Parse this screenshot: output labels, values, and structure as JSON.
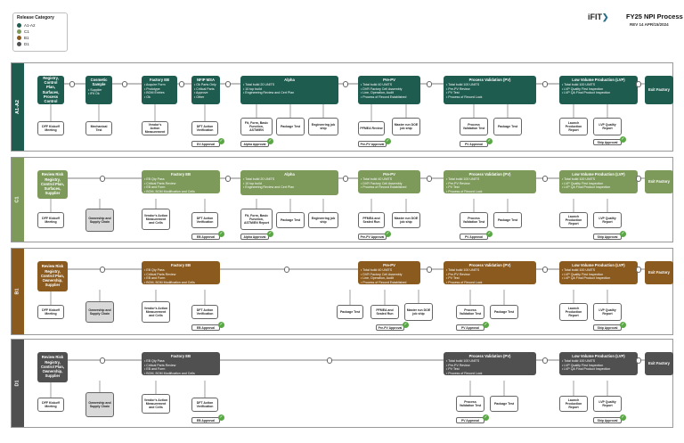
{
  "header": {
    "brand": "iFIT",
    "title": "FY25 NPI Process",
    "subtitle": "REV 14 APR/15/2024"
  },
  "legend": {
    "title": "Release Category",
    "items": [
      {
        "label": "A1-A2",
        "color": "#1e5c50"
      },
      {
        "label": "C1",
        "color": "#7d9a5b"
      },
      {
        "label": "B1",
        "color": "#8a5a1f"
      },
      {
        "label": "D1",
        "color": "#505050"
      }
    ]
  },
  "colors": {
    "A": "#1e5c50",
    "C": "#7d9a5b",
    "B": "#8a5a1f",
    "D": "#505050"
  },
  "lanes": [
    {
      "label": "A1-A2",
      "nodes": {
        "n1": {
          "title": "Risk Registry, Control Plan, Surfaces, Process Control Plan",
          "lines": []
        },
        "n2": {
          "title": "Cosmetic Sample",
          "lines": [
            "• Supplier",
            "• iFit Ok"
          ]
        },
        "n3": {
          "title": "Factory EB",
          "lines": [
            "• Acquire Form",
            "• Prototype",
            "• BOM Entries",
            "• Ok"
          ]
        },
        "n4": {
          "title": "NFIP MSA",
          "lines": [
            "• Ok Parts Only",
            "• Critical Parts",
            "• Approve",
            "• Other"
          ]
        },
        "n5": {
          "title": "Alpha",
          "lines": [
            "• Total build 20 UNITS",
            "• 10 top build",
            "• Engineering Review and Cert Plan"
          ]
        },
        "n6": {
          "title": "Pre-PV",
          "lines": [
            "• Total build 40 UNITS",
            "• DVR Factory Cell Assembly",
            "• Line, Operation, Audit",
            "• Process of Record Established"
          ]
        },
        "n7": {
          "title": "Process Validation (PV)",
          "lines": [
            "• Total build 100 UNITS",
            "• Pre-PV Review",
            "• PV Test",
            "• Process of Record Lock"
          ]
        },
        "n8": {
          "title": "Low Volume Production (LVP)",
          "lines": [
            "• Total build 100 UNITS",
            "• LVP Quality First Inspection",
            "• LVP QA Final Product Inspection"
          ]
        },
        "n9": {
          "title": "Exit Factory",
          "lines": []
        }
      },
      "subs": {
        "s1": "DFF Kickoff Meeting",
        "s2": "Mechanical Test",
        "s3": "Vendor's Action Measurement",
        "s4": "DFT Action Verification",
        "s5": "Fit, Form, Basic Function, ASTM/EN",
        "s6": "Package Test",
        "s7": "Engineering job ship",
        "s8": "PFMEA Review",
        "s9": "Master run DOE job ship",
        "s10": "Process Validation Test",
        "s11": "Package Test",
        "s12": "Launch Production Report",
        "s13": "LVP Quality Report"
      },
      "approvals": {
        "a1": "DV Approval",
        "a2": "Alpha Approval",
        "a3": "Pre-PV Approval",
        "a4": "PV Approval",
        "a5": "Ship Approval"
      }
    },
    {
      "label": "C1",
      "nodes": {
        "n1": {
          "title": "Review Risk Registry, Control Plan, Surfaces, Supplier",
          "lines": []
        },
        "n3": {
          "title": "Factory EB",
          "lines": [
            "• EB Qty Pass",
            "• Critical Parts Review",
            "• EB and Form",
            "• BOM, BOM Modification and Cells",
            "• FOA"
          ]
        },
        "n5": {
          "title": "Alpha",
          "lines": [
            "• Total build 20 UNITS",
            "• 10 top build",
            "• Engineering Review and Cert Plan"
          ]
        },
        "n6": {
          "title": "Pre-PV",
          "lines": [
            "• Total build 40 UNITS",
            "• DVR Factory Cell Assembly",
            "• Process of Record Established"
          ]
        },
        "n7": {
          "title": "Process Validation (PV)",
          "lines": [
            "• Total build 100 UNITS",
            "• Pre-PV Review",
            "• PV Test",
            "• Process of Record Lock"
          ]
        },
        "n8": {
          "title": "Low Volume Production (LVP)",
          "lines": [
            "• Total build 100 UNITS",
            "• LVP Quality First Inspection",
            "• LVP QA Final Product Inspection"
          ]
        },
        "n9": {
          "title": "Exit Factory",
          "lines": []
        }
      },
      "subs": {
        "s1": "DFF Kickoff Meeting",
        "s2": "Ownership and Supply Chain",
        "s3": "Vendor's Action Measurement and Cells",
        "s4": "DFT Action Verification",
        "s5": "Fit, Form, Basic Function, ASTM/EN Report",
        "s6": "Package Test",
        "s7": "Engineering job ship",
        "s8": "PFMEA and Sealed Run",
        "s9": "Master run DOE job ship",
        "s10": "Process Validation Test",
        "s11": "Package Test",
        "s12": "Launch Production Report",
        "s13": "LVP Quality Report"
      },
      "approvals": {
        "a1": "EB Approval",
        "a2": "Alpha Approval",
        "a3": "Pre-PV Approval",
        "a4": "PV Approval",
        "a5": "Ship Approval"
      }
    },
    {
      "label": "B1",
      "nodes": {
        "n1": {
          "title": "Review Risk Registry, Control Plan, Ownership, Supplier",
          "lines": []
        },
        "n3": {
          "title": "Factory EB",
          "lines": [
            "• EB Qty Pass",
            "• Critical Parts Review",
            "• EB and Form",
            "• BOM, BOM Modification and Cells",
            "• FOA"
          ]
        },
        "n6": {
          "title": "Pre-PV",
          "lines": [
            "• Total build 40 UNITS",
            "• DVR Factory Cell Assembly",
            "• Line, Operation, Audit",
            "• Process of Record Established"
          ]
        },
        "n7": {
          "title": "Process Validation (PV)",
          "lines": [
            "• Total build 100 UNITS",
            "• Pre-PV Review",
            "• PV Test",
            "• Process of Record Lock"
          ]
        },
        "n8": {
          "title": "Low Volume Production (LVP)",
          "lines": [
            "• Total build 100 UNITS",
            "• LVP Quality First Inspection",
            "• LVP QA Final Product Inspection"
          ]
        },
        "n9": {
          "title": "Exit Factory",
          "lines": []
        }
      },
      "subs": {
        "s1": "DFF Kickoff Meeting",
        "s2": "Ownership and Supply Chain",
        "s3": "Vendor's Action Measurement and Cells",
        "s4": "DFT Action Verification",
        "s6": "Package Test",
        "s8": "PFMEA and Sealed Run",
        "s9": "Master run DOE job ship",
        "s10": "Process Validation Test",
        "s11": "Package Test",
        "s12": "Launch Production Report",
        "s13": "LVP Quality Report"
      },
      "approvals": {
        "a1": "EB Approval",
        "a3": "Pre-PV Approval",
        "a4": "PV Approval",
        "a5": "Ship Approval"
      }
    },
    {
      "label": "D1",
      "nodes": {
        "n1": {
          "title": "Review Risk Registry, Control Plan, Ownership, Supplier",
          "lines": []
        },
        "n3": {
          "title": "Factory EB",
          "lines": [
            "• EB Qty Pass",
            "• Critical Parts Review",
            "• EB and Form",
            "• BOM, BOM Modification and Cells",
            "• FOA"
          ]
        },
        "n7": {
          "title": "Process Validation (PV)",
          "lines": [
            "• Total build 100 UNITS",
            "• Pre-PV Review",
            "• PV Test",
            "• Process of Record Lock"
          ]
        },
        "n8": {
          "title": "Low Volume Production (LVP)",
          "lines": [
            "• Total build 100 UNITS",
            "• LVP Quality First Inspection",
            "• LVP QA Final Product Inspection"
          ]
        },
        "n9": {
          "title": "Exit Factory",
          "lines": []
        }
      },
      "subs": {
        "s1": "DFF Kickoff Meeting",
        "s2": "Ownership and Supply Chain",
        "s3": "Vendor's Action Measurement and Cells",
        "s4": "DFT Action Verification",
        "s10": "Process Validation Test",
        "s11": "Package Test",
        "s12": "Launch Production Report",
        "s13": "LVP Quality Report"
      },
      "approvals": {
        "a1": "EB Approval",
        "a4": "PV Approval",
        "a5": "Ship Approval"
      }
    }
  ]
}
